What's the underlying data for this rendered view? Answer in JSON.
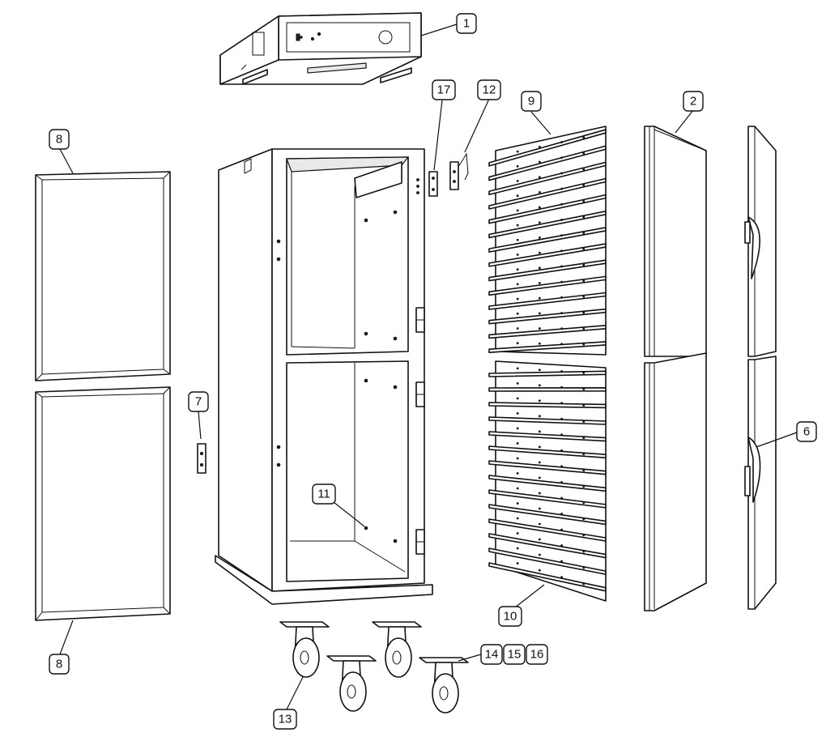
{
  "callouts": [
    {
      "id": "c1",
      "label": "1"
    },
    {
      "id": "c2",
      "label": "2"
    },
    {
      "id": "c6",
      "label": "6"
    },
    {
      "id": "c7",
      "label": "7"
    },
    {
      "id": "c8a",
      "label": "8"
    },
    {
      "id": "c8b",
      "label": "8"
    },
    {
      "id": "c9",
      "label": "9"
    },
    {
      "id": "c10",
      "label": "10"
    },
    {
      "id": "c11",
      "label": "11"
    },
    {
      "id": "c12",
      "label": "12"
    },
    {
      "id": "c13",
      "label": "13"
    },
    {
      "id": "c14",
      "label": "14"
    },
    {
      "id": "c15",
      "label": "15"
    },
    {
      "id": "c16",
      "label": "16"
    },
    {
      "id": "c17",
      "label": "17"
    }
  ]
}
